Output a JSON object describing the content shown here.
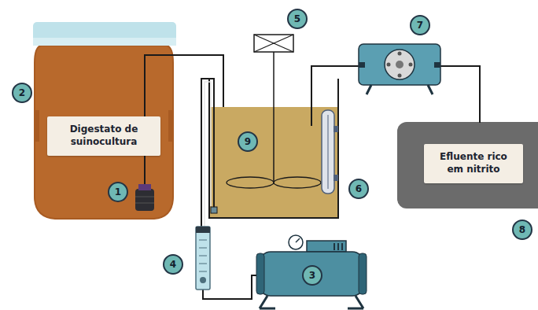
{
  "diagram": {
    "nodes": [
      {
        "text": [
          "Digestato de suinocultura"
        ]
      },
      {
        "text": [
          "Efluente rico em nitrito"
        ]
      }
    ],
    "labels": [
      "1",
      "2",
      "3",
      "4",
      "5",
      "6",
      "7",
      "8",
      "9"
    ]
  }
}
